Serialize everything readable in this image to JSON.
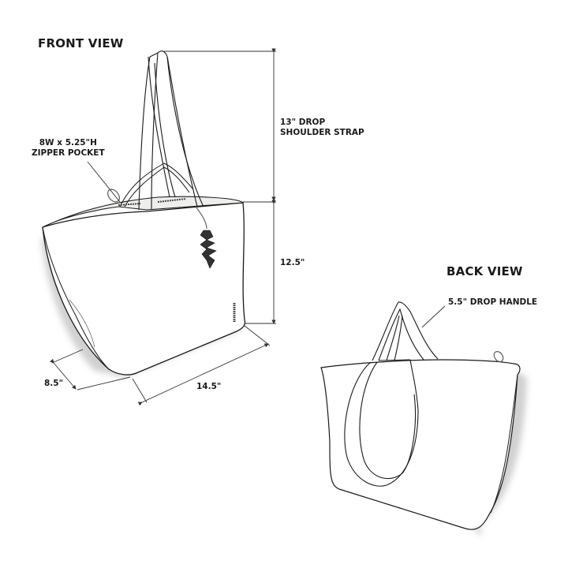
{
  "front_view": {
    "title": "FRONT VIEW",
    "pocket_label_line1": "8W x 5.25\"H",
    "pocket_label_line2": "ZIPPER POCKET",
    "strap_label_line1": "13\" DROP",
    "strap_label_line2": "SHOULDER STRAP",
    "height_label": "12.5\"",
    "depth_label": "8.5\"",
    "width_label": "14.5\""
  },
  "back_view": {
    "title": "BACK VIEW",
    "handle_label": "5.5\" DROP HANDLE"
  },
  "colors": {
    "line": "#1a1a1a",
    "dimension_line": "#333333",
    "shadow": "#cfcfcf",
    "interior": "#eeeeec"
  }
}
